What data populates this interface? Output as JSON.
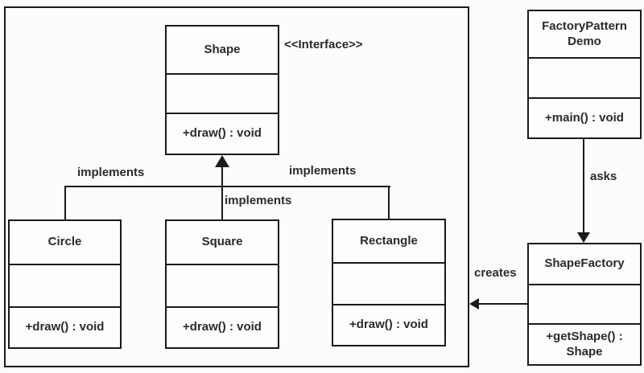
{
  "colors": {
    "background": "#fcfcfc",
    "line": "#1a1a1a",
    "text": "#2b2b2b"
  },
  "stereotype_label": "<<Interface>>",
  "classes": {
    "shape": {
      "name": "Shape",
      "attributes": "",
      "methods": "+draw() : void"
    },
    "circle": {
      "name": "Circle",
      "attributes": "",
      "methods": "+draw() : void"
    },
    "square": {
      "name": "Square",
      "attributes": "",
      "methods": "+draw() : void"
    },
    "rectangle": {
      "name": "Rectangle",
      "attributes": "",
      "methods": "+draw() : void"
    },
    "factory_pattern_demo": {
      "name": "FactoryPattern\nDemo",
      "attributes": "",
      "methods": "+main() : void"
    },
    "shape_factory": {
      "name": "ShapeFactory",
      "attributes": "",
      "methods": "+getShape() :\nShape"
    }
  },
  "relationships": {
    "implements_left": "implements",
    "implements_middle": "implements",
    "implements_right": "implements",
    "asks": "asks",
    "creates": "creates"
  }
}
